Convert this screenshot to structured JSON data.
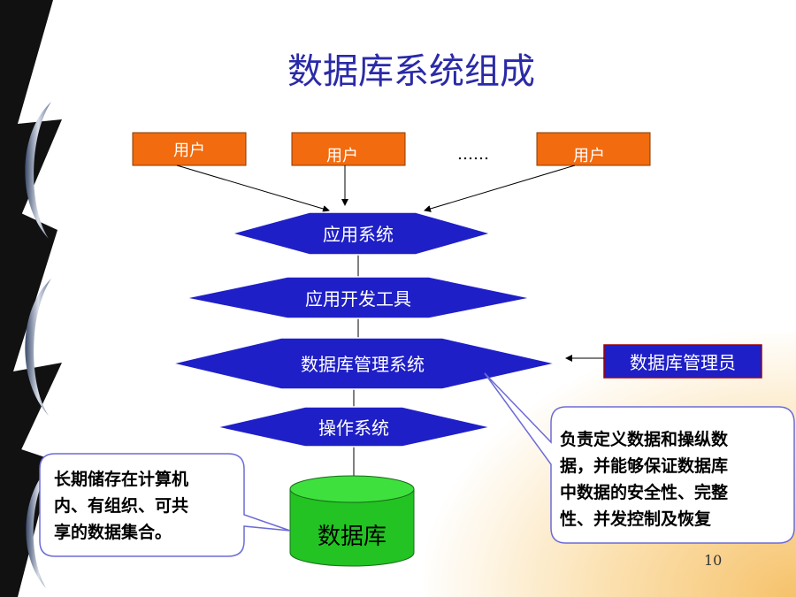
{
  "slide": {
    "title": "数据库系统组成",
    "page_number": "10"
  },
  "users": [
    "用户",
    "用户",
    "用户"
  ],
  "ellipsis": "……",
  "layers": [
    "应用系统",
    "应用开发工具",
    "数据库管理系统",
    "操作系统"
  ],
  "database_label": "数据库",
  "dba_label": "数据库管理员",
  "callouts": {
    "right": [
      "负责定义数据和操纵数",
      "据，并能够保证数据库",
      "中数据的安全性、完整",
      "性、并发控制及恢复"
    ],
    "left": [
      "长期储存在计算机",
      "内、有组织、可共",
      "享的数据集合。"
    ]
  },
  "colors": {
    "title": "#2a2aa8",
    "user_box_fill": "#f26b0f",
    "hexagon_fill": "#1f1fc8",
    "database_fill": "#22c322",
    "callout_border": "#6b6bd6"
  }
}
